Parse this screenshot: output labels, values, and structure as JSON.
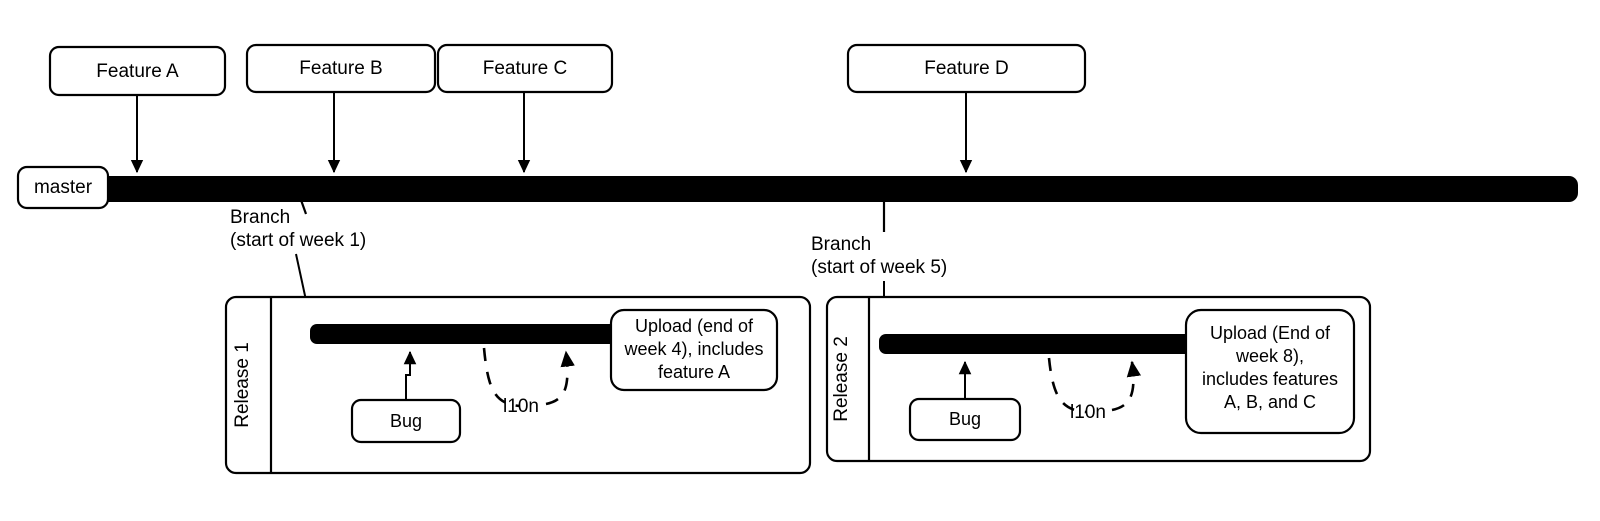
{
  "diagram": {
    "title": "Release train branching timeline",
    "colors": {
      "stroke": "#000000",
      "fill": "#ffffff",
      "bar": "#000000"
    },
    "master": {
      "label": "master",
      "bar_name": "master-branch-bar"
    },
    "features": [
      {
        "id": "a",
        "label": "Feature  A"
      },
      {
        "id": "b",
        "label": "Feature B"
      },
      {
        "id": "c",
        "label": "Feature  C"
      },
      {
        "id": "d",
        "label": "Feature D"
      }
    ],
    "branch_annotations": [
      {
        "id": "branch1",
        "line1": "Branch",
        "line2": "(start of week 1)"
      },
      {
        "id": "branch2",
        "line1": "Branch",
        "line2": "(start of week 5)"
      }
    ],
    "releases": [
      {
        "id": "release1",
        "label": "Release 1",
        "bug_label": "Bug",
        "l10n_label": "l10n",
        "upload": {
          "lines": [
            "Upload (end of",
            "week 4), includes",
            "feature A"
          ]
        }
      },
      {
        "id": "release2",
        "label": "Release 2",
        "bug_label": "Bug",
        "l10n_label": "l10n",
        "upload": {
          "lines": [
            "Upload (End of",
            "week 8),",
            "includes features",
            "A, B, and C"
          ]
        }
      }
    ]
  }
}
